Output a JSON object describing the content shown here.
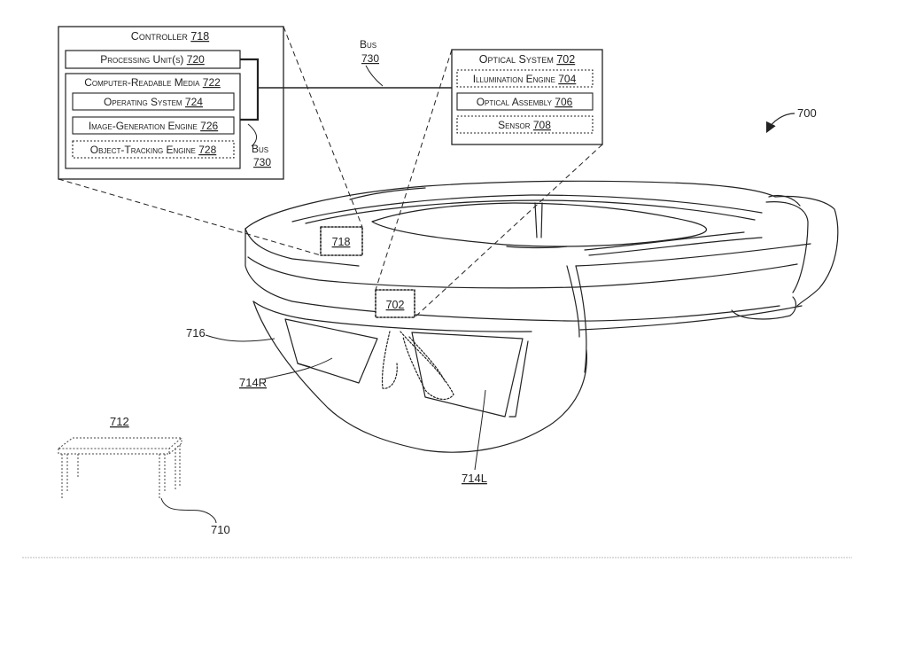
{
  "controller": {
    "title": "Controller",
    "ref": "718",
    "processing_unit": {
      "label": "Processing Unit(s)",
      "ref": "720"
    },
    "media": {
      "title": "Computer-Readable Media",
      "ref": "722",
      "items": [
        {
          "label": "Operating System",
          "ref": "724"
        },
        {
          "label": "Image-Generation Engine",
          "ref": "726"
        },
        {
          "label": "Object-Tracking Engine",
          "ref": "728"
        }
      ]
    }
  },
  "optical_system": {
    "title": "Optical System",
    "ref": "702",
    "items": [
      {
        "label": "Illumination Engine",
        "ref": "704"
      },
      {
        "label": "Optical Assembly",
        "ref": "706"
      },
      {
        "label": "Sensor",
        "ref": "708"
      }
    ]
  },
  "bus_top": {
    "label": "Bus",
    "ref": "730"
  },
  "bus_side": {
    "label": "Bus",
    "ref": "730"
  },
  "refs": {
    "device": "700",
    "headset_718": "718",
    "headset_702": "702",
    "visor": "716",
    "lens_right": "714R",
    "lens_left": "714L",
    "table_label": "712",
    "table_ref": "710"
  },
  "colors": {
    "line": "#222222",
    "separator": "#bbbbbb"
  }
}
